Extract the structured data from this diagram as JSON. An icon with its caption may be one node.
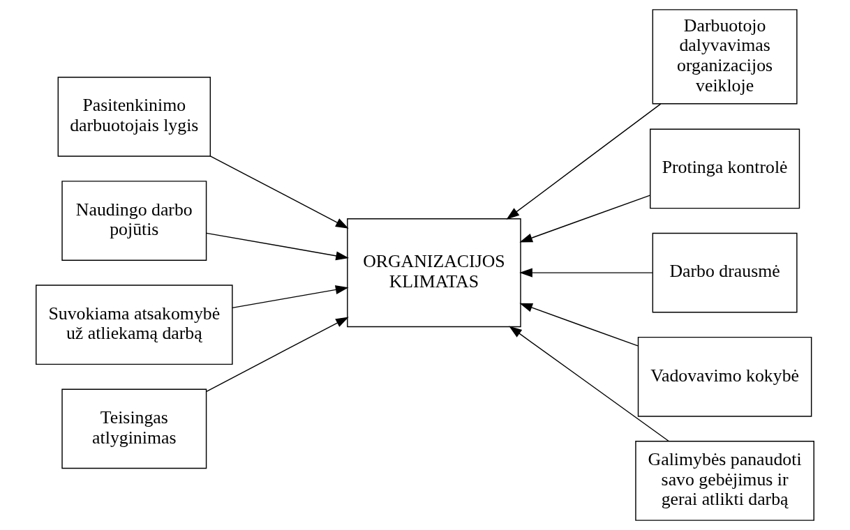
{
  "diagram": {
    "nodes": [
      {
        "text": [
          "Pasitenkinimo darbuotojais lygis"
        ]
      },
      {
        "text": [
          "Naudingo darbo pojūtis"
        ]
      },
      {
        "text": [
          "Suvokiama atsakomybė už atliekamą darbą"
        ]
      },
      {
        "text": [
          "Teisingas atlyginimas"
        ]
      },
      {
        "text": [
          "ORGANIZACIJOS KLIMATAS"
        ]
      },
      {
        "text": [
          "Darbuotojo dalyvavimas organizacijos veikloje"
        ]
      },
      {
        "text": [
          "Protinga kontrolė"
        ]
      },
      {
        "text": [
          "Darbo drausmė"
        ]
      },
      {
        "text": [
          "Vadovavimo kokybė"
        ]
      },
      {
        "text": [
          "Galimybės panaudoti savo gebėjimus ir gerai atlikti darbą"
        ]
      }
    ],
    "edges": [
      {
        "from": 0,
        "to": 4,
        "arrow": "to"
      },
      {
        "from": 1,
        "to": 4,
        "arrow": "to"
      },
      {
        "from": 2,
        "to": 4,
        "arrow": "to"
      },
      {
        "from": 3,
        "to": 4,
        "arrow": "to"
      },
      {
        "from": 5,
        "to": 4,
        "arrow": "to"
      },
      {
        "from": 6,
        "to": 4,
        "arrow": "to"
      },
      {
        "from": 7,
        "to": 4,
        "arrow": "to"
      },
      {
        "from": 8,
        "to": 4,
        "arrow": "to"
      },
      {
        "from": 9,
        "to": 4,
        "arrow": "to"
      }
    ]
  }
}
